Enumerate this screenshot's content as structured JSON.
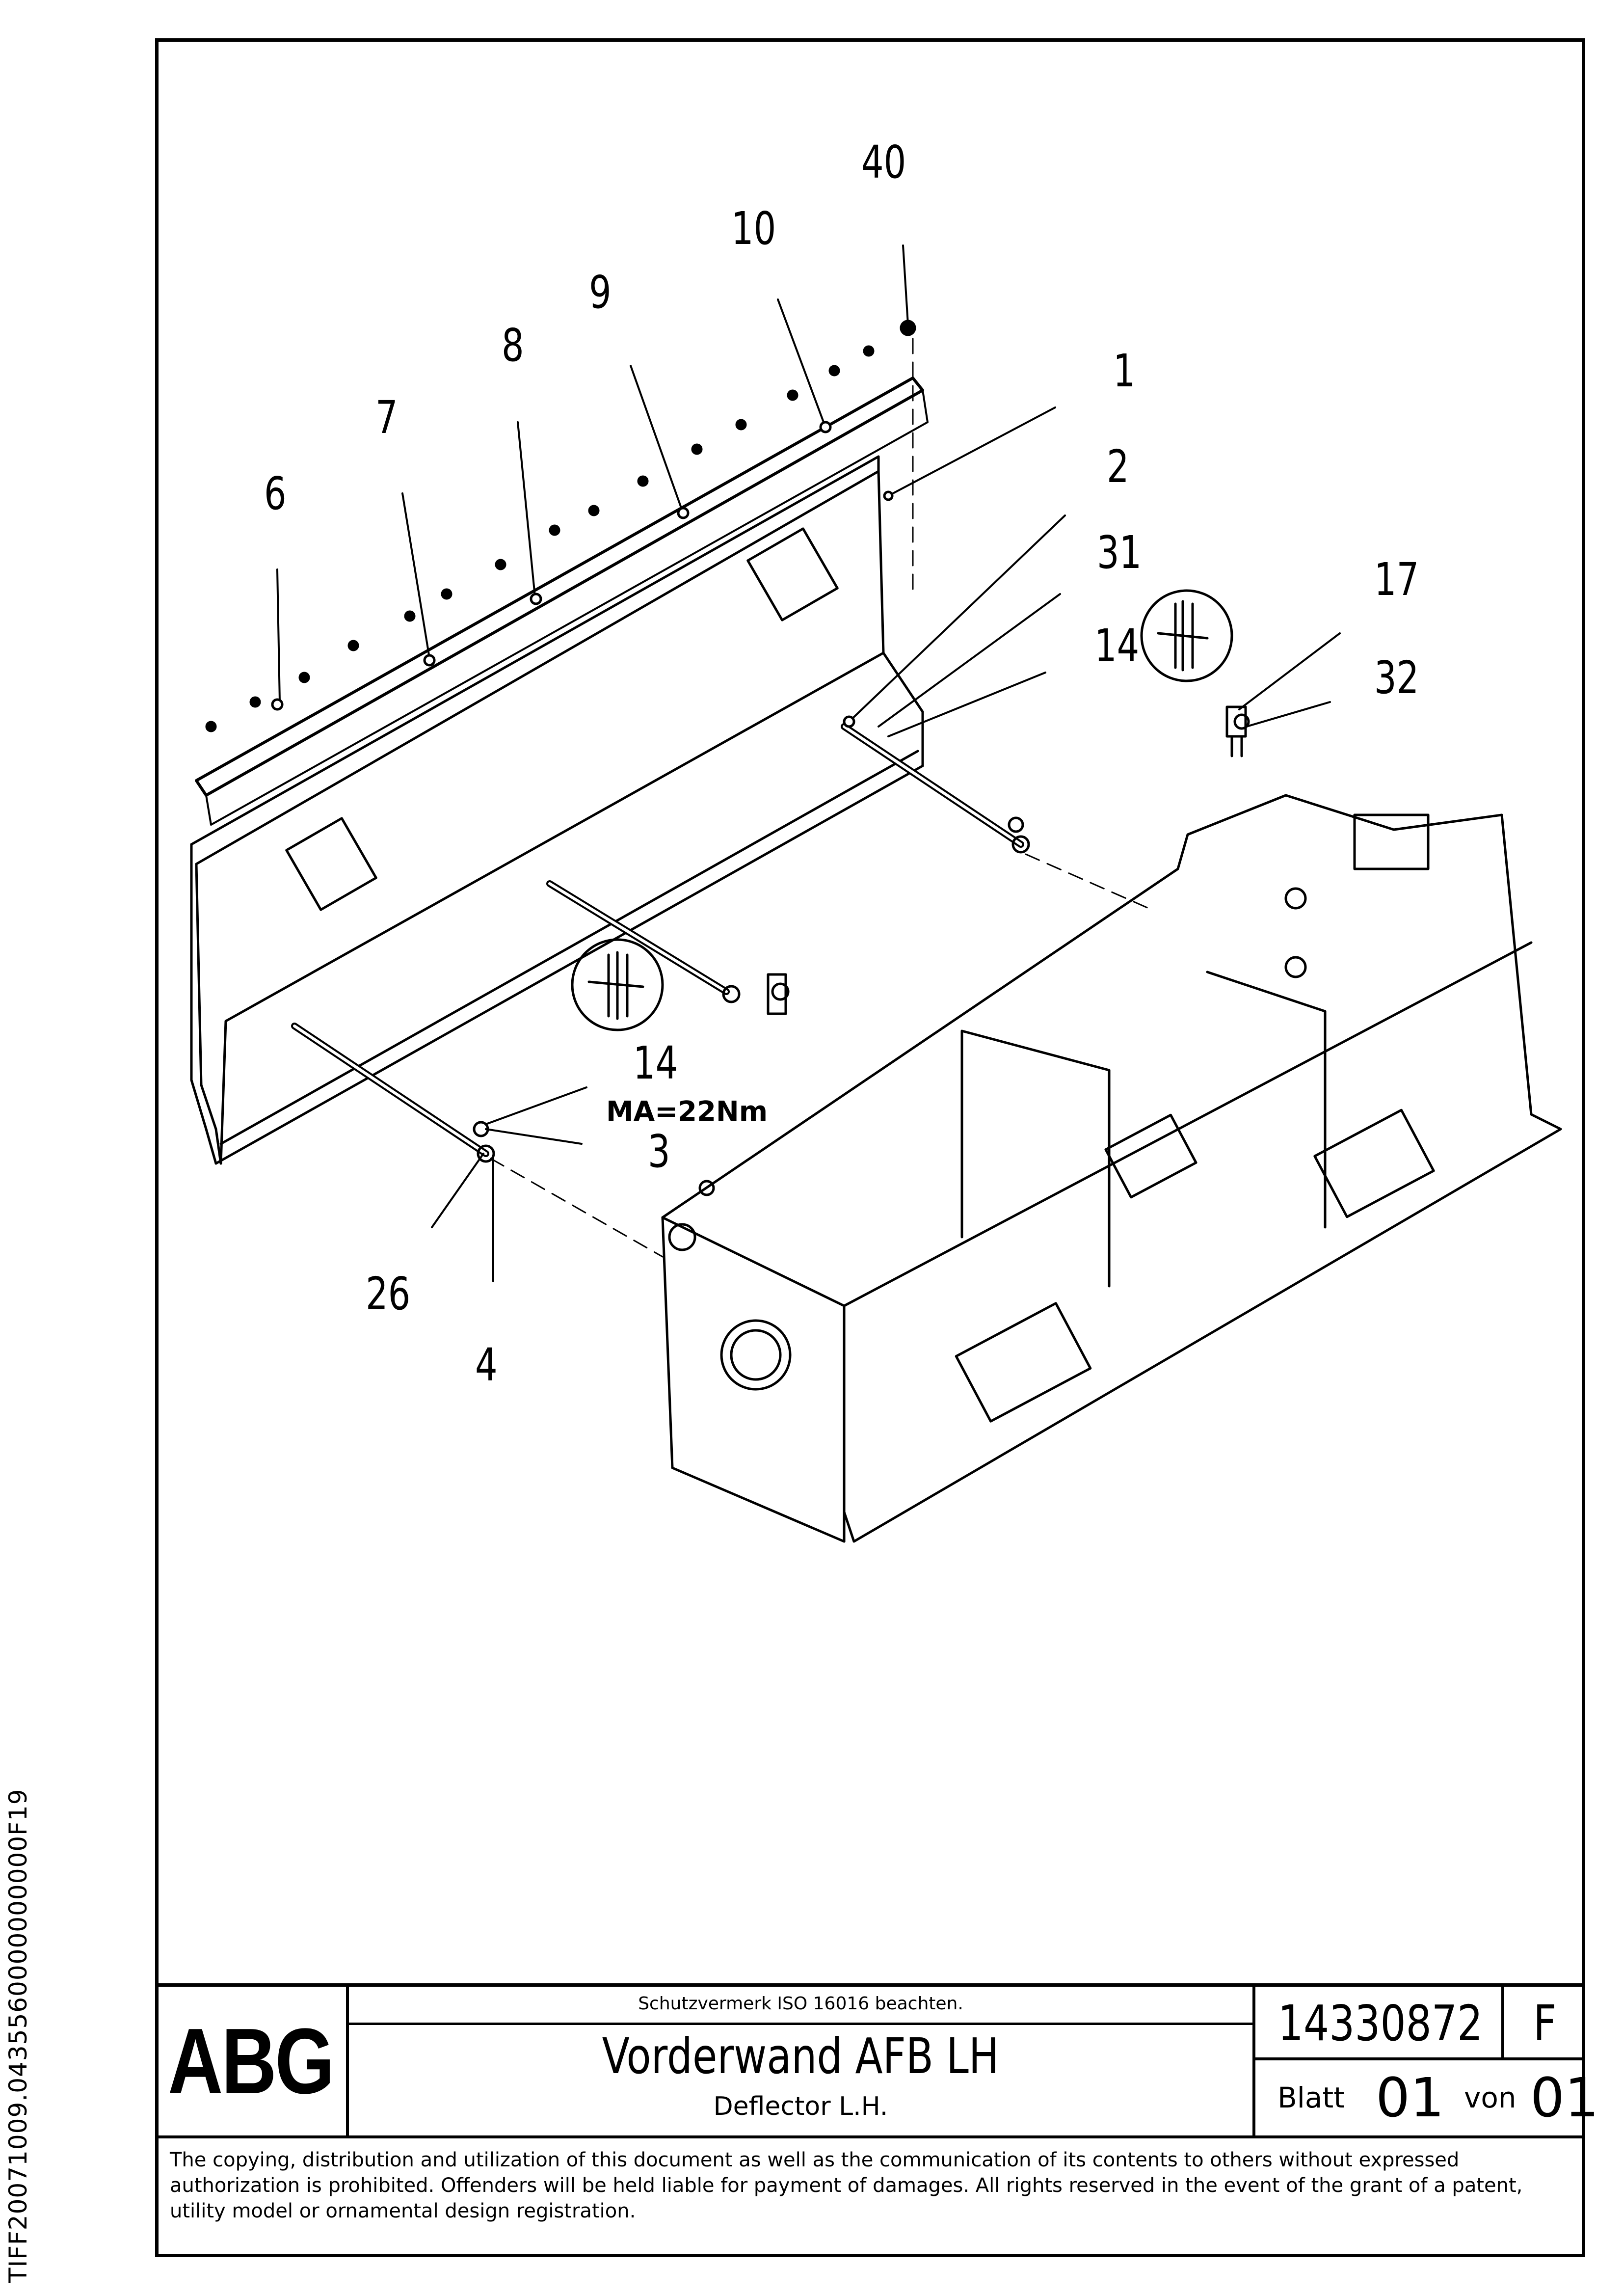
{
  "callouts": {
    "c40": "40",
    "c10": "10",
    "c9": "9",
    "c8": "8",
    "c7": "7",
    "c6": "6",
    "c1": "1",
    "c2": "2",
    "c31": "31",
    "c14a": "14",
    "c17": "17",
    "c32": "32",
    "c14b": "14",
    "c3": "3",
    "c26": "26",
    "c4": "4"
  },
  "torque_label": "MA=22Nm",
  "title_block": {
    "logo": "ABG",
    "protection_note": "Schutzvermerk ISO 16016 beachten.",
    "title_de": "Vorderwand AFB LH",
    "title_en": "Deflector L.H.",
    "document_number": "14330872",
    "revision": "F",
    "sheet_label": "Blatt",
    "sheet_number": "01",
    "of_label": "von",
    "sheet_total": "01"
  },
  "copyright": "The copying, distribution and utilization of this document as well as the communication of its contents to others without expressed authorization is prohibited. Offenders will be held liable for payment of damages. All rights reserved in the event of the grant of a patent, utility model or ornamental design registration.",
  "side_code": "TIFF20071009.0435560000000000F19"
}
